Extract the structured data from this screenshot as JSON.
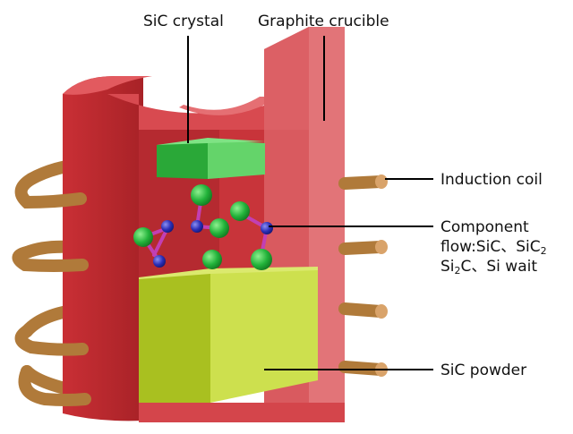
{
  "labels": {
    "sic_crystal": "SiC crystal",
    "graphite_crucible": "Graphite crucible",
    "induction_coil": "Induction coil",
    "component_flow": {
      "line1": "Component",
      "line2_prefix": "flow:SiC、SiC",
      "line2_sub": "2",
      "line3_prefix": "Si",
      "line3_sub": "2",
      "line3_suffix": "C、Si wait"
    },
    "sic_powder": "SiC powder"
  },
  "colors": {
    "crucible_dark": "#b8282d",
    "crucible_mid": "#cf3a40",
    "crucible_light": "#e06a6e",
    "crucible_inner": "#c8343a",
    "crystal_dark": "#2aa838",
    "crystal_light": "#64d46a",
    "powder_dark": "#a9c020",
    "powder_light": "#cde04e",
    "coil": "#b07a3a",
    "coil_tip": "#d9a36a",
    "atom_green": "#22b33a",
    "atom_blue": "#2b2fb8",
    "bond": "#c23fb3",
    "leader": "#000000"
  }
}
